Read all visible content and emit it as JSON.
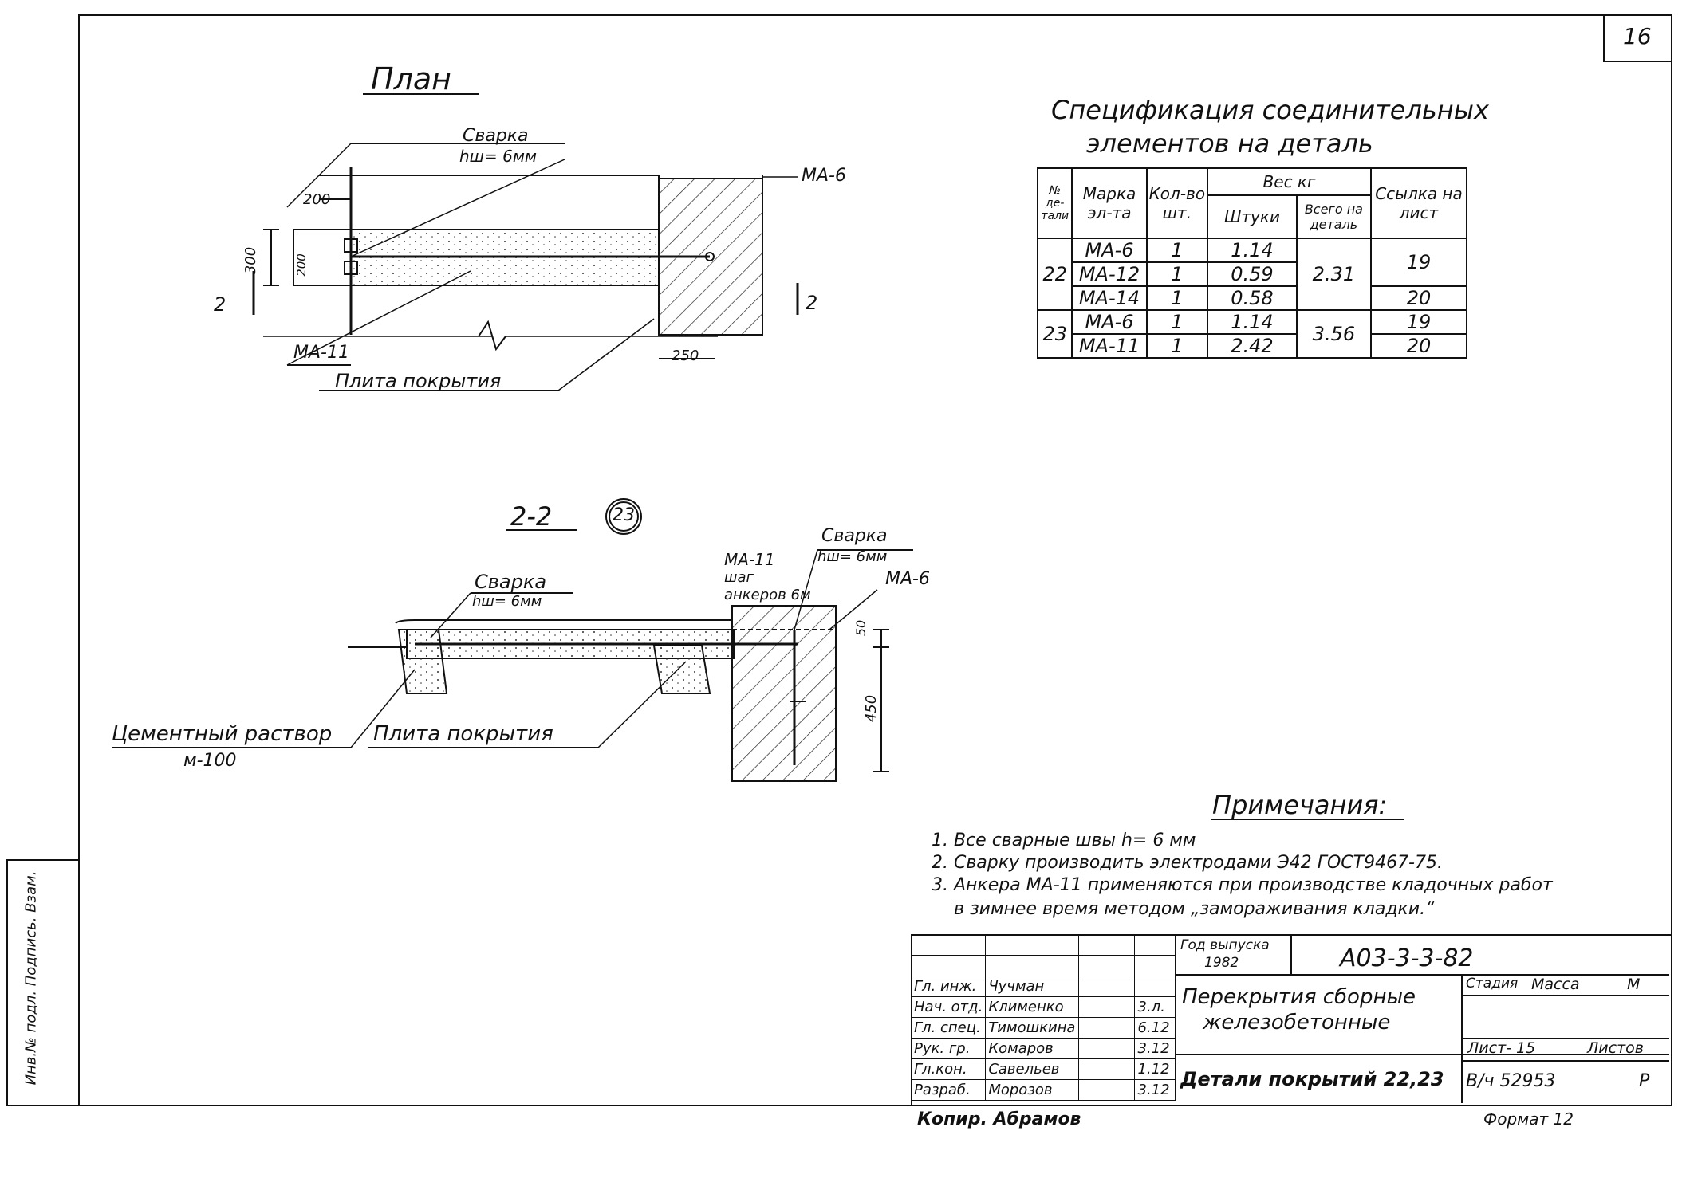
{
  "sheet_number": "16",
  "plan": {
    "title": "План",
    "weld_label": "Сварка",
    "weld_size": "hш= 6мм",
    "ma6_label": "МА-6",
    "ma11_label": "МА-11",
    "slab_label": "Плита покрытия",
    "dim_200": "200",
    "dim_300": "300",
    "dim_200_inner": "200",
    "dim_250": "250",
    "section_mark": "2"
  },
  "section": {
    "title": "2-2",
    "detail_no": "23",
    "weld_left_label": "Сварка",
    "weld_left_size": "hш= 6мм",
    "weld_right_label": "Сварка",
    "weld_right_size": "hш= 6мм",
    "ma11_label": "МА-11",
    "anchor_step": "шаг",
    "anchor_step2": "анкеров 6м",
    "ma6_label": "МА-6",
    "mortar_label": "Цементный раствор",
    "mortar_grade": "м-100",
    "slab_label": "Плита покрытия",
    "dim_50": "50",
    "dim_450": "450"
  },
  "spec": {
    "title_line1": "Спецификация соединительных",
    "title_line2": "элементов на деталь",
    "headers": {
      "no": "№ де-тали",
      "mark": "Марка эл-та",
      "qty": "Кол-во шт.",
      "weight": "Вес кг",
      "per_piece": "Штуки",
      "total": "Всего на деталь",
      "ref": "Ссылка на лист"
    },
    "rows": [
      {
        "detail": "22",
        "mark": "МА-6",
        "qty": "1",
        "piece": "1.14",
        "total": "2.31",
        "ref": "19"
      },
      {
        "detail": "",
        "mark": "МА-12",
        "qty": "1",
        "piece": "0.59",
        "total": "",
        "ref": ""
      },
      {
        "detail": "",
        "mark": "МА-14",
        "qty": "1",
        "piece": "0.58",
        "total": "",
        "ref": "20"
      },
      {
        "detail": "23",
        "mark": "МА-6",
        "qty": "1",
        "piece": "1.14",
        "total": "3.56",
        "ref": "19"
      },
      {
        "detail": "",
        "mark": "МА-11",
        "qty": "1",
        "piece": "2.42",
        "total": "",
        "ref": "20"
      }
    ]
  },
  "notes": {
    "title": "Примечания:",
    "items": [
      "1. Все сварные швы h= 6 мм",
      "2. Сварку производить электродами Э42 ГОСТ9467-75.",
      "3. Анкера МА-11 применяются при производстве кладочных работ",
      "в зимнее время методом „замораживания кладки.“"
    ]
  },
  "title_block": {
    "year_label": "Год выпуска",
    "year": "1982",
    "code": "А03-3-3-82",
    "roles": [
      "Гл. инж.",
      "Нач. отд.",
      "Гл. спец.",
      "Рук. гр.",
      "Гл.кон.",
      "Разраб."
    ],
    "names": [
      "Чучман",
      "Клименко",
      "Тимошкина",
      "Комаров",
      "Савельев",
      "Морозов"
    ],
    "dates": [
      "",
      "3.л.",
      "6.12",
      "3.12",
      "1.12",
      "3.12"
    ],
    "name_line1": "Перекрытия сборные",
    "name_line2": "железобетонные",
    "detail_name": "Детали покрытий 22,23",
    "stage_label": "Стадия",
    "mass_label": "Масса",
    "scale_label": "М",
    "sheet_label": "Лист- 15",
    "sheets_label": "Листов",
    "inv_number": "В/ч 52953",
    "stage_letter": "Р",
    "copied_label": "Копир. Абрамов",
    "format_label": "Формат 12"
  },
  "side_stamp": {
    "label": "Инв.№ подл. Подпись. Взам."
  }
}
